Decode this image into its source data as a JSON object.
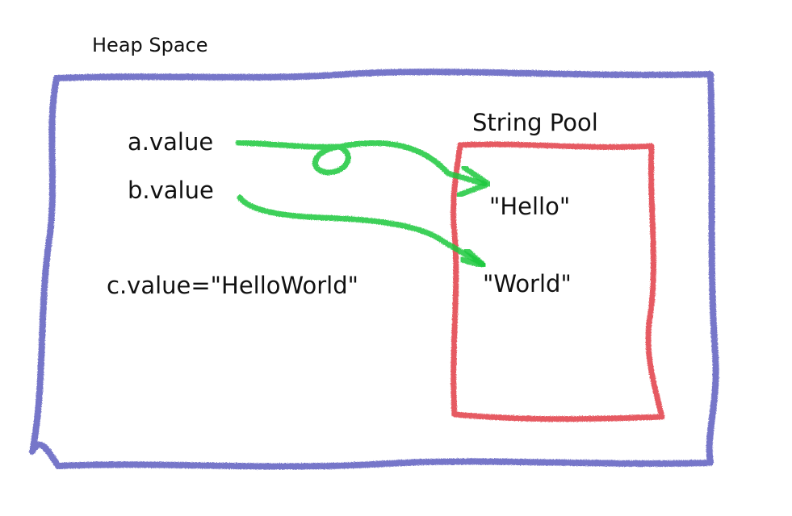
{
  "heap": {
    "title": "Heap Space",
    "stroke_color": "#4a4ab8"
  },
  "pool": {
    "title": "String Pool",
    "stroke_color": "#e0303a",
    "strings": [
      "\"Hello\"",
      "\"World\""
    ]
  },
  "variables": {
    "a": "a.value",
    "b": "b.value",
    "c": "c.value=\"HelloWorld\""
  },
  "arrows": {
    "color": "#1fc83c",
    "links": [
      {
        "from": "a.value",
        "to": "\"Hello\""
      },
      {
        "from": "b.value",
        "to": "\"World\""
      }
    ]
  }
}
